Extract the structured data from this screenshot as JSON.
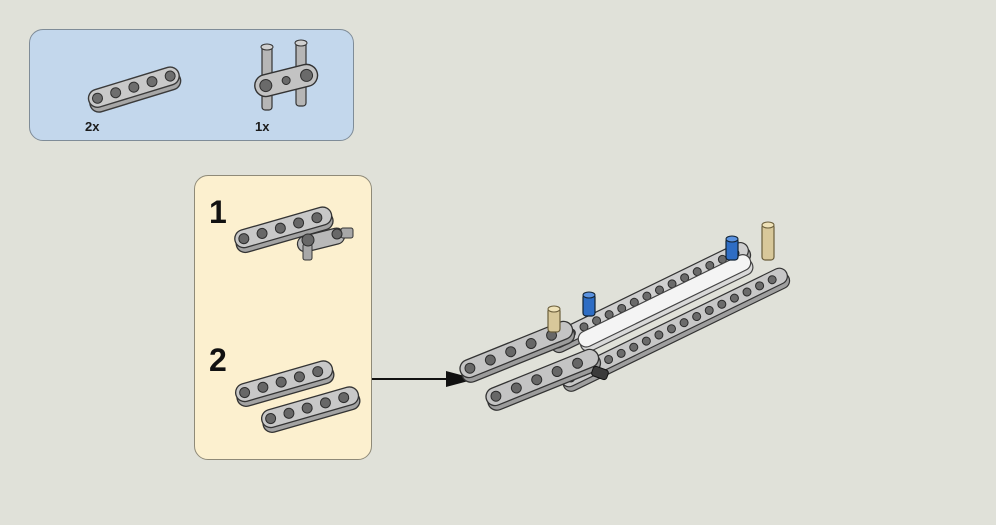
{
  "parts_list": {
    "items": [
      {
        "quantity": "2x",
        "icon": "technic-beam-5-icon"
      },
      {
        "quantity": "1x",
        "icon": "technic-double-connector-icon"
      }
    ]
  },
  "sub_assembly": {
    "steps": [
      {
        "number": "1"
      },
      {
        "number": "2"
      }
    ]
  },
  "colors": {
    "background": "#e0e1d9",
    "parts_panel": "#c3d7ec",
    "sub_panel": "#fcf0cf",
    "beam_gray": "#a3a3a3",
    "beam_white": "#ececec",
    "pin_blue": "#2e6dc4",
    "pin_tan": "#d8c89a"
  }
}
